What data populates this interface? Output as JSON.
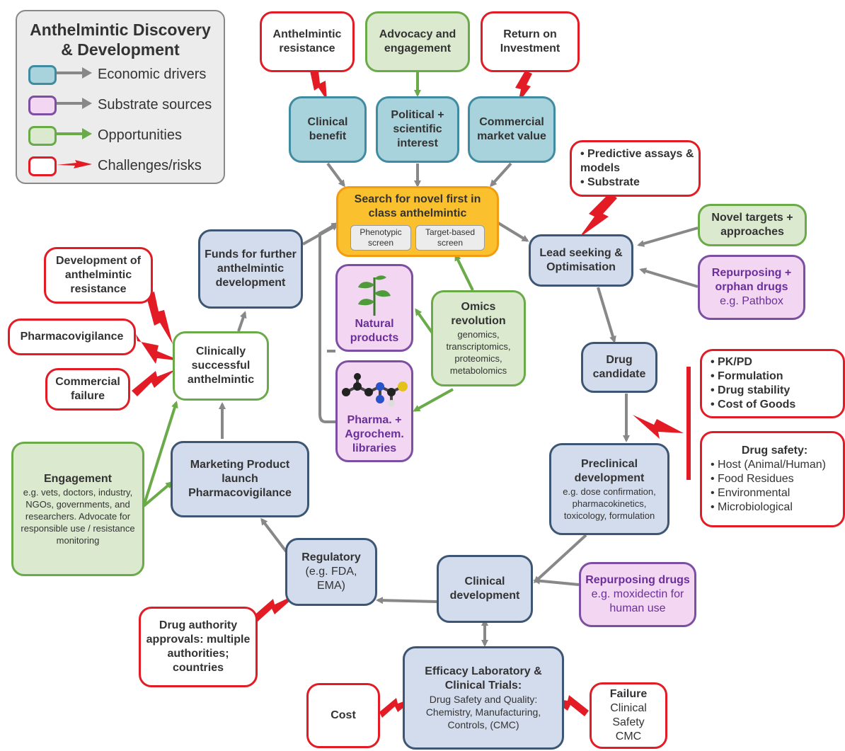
{
  "legend": {
    "title": "Anthelmintic Discovery & Development",
    "items": [
      {
        "label": "Economic drivers",
        "color": "#a9d3dc"
      },
      {
        "label": "Substrate sources",
        "color": "#f2d6f2"
      },
      {
        "label": "Opportunities",
        "color": "#dbe9cf"
      },
      {
        "label": "Challenges/risks",
        "color": "#ffffff"
      }
    ]
  },
  "colors": {
    "economic": "#a9d3dc",
    "stage": "#d3dcec",
    "substrate": "#f2d6f2",
    "opportunity": "#dbe9cf",
    "challenge_border": "#e21b25",
    "search_fill": "#fbc02d"
  },
  "top": {
    "resistance": "Anthelmintic resistance",
    "advocacy": "Advocacy and engagement",
    "roi": "Return on Investment",
    "clinical_benefit": "Clinical benefit",
    "political": "Political + scientific interest",
    "commercial": "Commercial market value"
  },
  "search": {
    "title": "Search for novel first in class anthelmintic",
    "phenotypic": "Phenotypic screen",
    "target": "Target-based screen"
  },
  "predictive": {
    "items": [
      "Predictive assays & models",
      "Substrate"
    ]
  },
  "lead": "Lead seeking & Optimisation",
  "novel_targets": "Novel targets + approaches",
  "repurposing_orphan": {
    "title": "Repurposing + orphan drugs",
    "example": "e.g. Pathbox"
  },
  "drug_candidate": "Drug candidate",
  "pkpd": {
    "items": [
      "PK/PD",
      "Formulation",
      "Drug stability",
      "Cost of Goods"
    ]
  },
  "drug_safety": {
    "title": "Drug safety:",
    "items": [
      "Host (Animal/Human)",
      "Food Residues",
      "Environmental",
      "Microbiological"
    ]
  },
  "preclinical": {
    "title": "Preclinical development",
    "detail": "e.g. dose confirmation, pharmacokinetics, toxicology, formulation"
  },
  "natural": {
    "label": "Natural products",
    "icon": "plant-icon"
  },
  "pharma": {
    "label": "Pharma. + Agrochem. libraries",
    "icon": "molecule-icon"
  },
  "omics": {
    "title": "Omics revolution",
    "detail": "genomics, transcriptomics, proteomics, metabolomics"
  },
  "funds": "Funds for further anthelmintic development",
  "clinically_successful": "Clinically successful anthelmintic",
  "dev_resistance": "Development of anthelmintic resistance",
  "pharmacovigilance": "Pharmacovigilance",
  "commercial_failure": "Commercial failure",
  "engagement": {
    "title": "Engagement",
    "detail": "e.g. vets, doctors, industry, NGOs, governments, and researchers. Advocate for responsible use / resistance monitoring"
  },
  "marketing": "Marketing Product launch Pharmacovigilance",
  "regulatory": {
    "title": "Regulatory",
    "detail": "(e.g. FDA, EMA)"
  },
  "drug_authority": "Drug authority approvals: multiple authorities; countries",
  "clinical_dev": "Clinical development",
  "repurposing_drugs": {
    "title": "Repurposing drugs",
    "example": "e.g. moxidectin for human use"
  },
  "efficacy": {
    "title": "Efficacy Laboratory & Clinical Trials:",
    "detail": "Drug Safety and Quality: Chemistry, Manufacturing, Controls, (CMC)"
  },
  "cost": "Cost",
  "failure": {
    "title": "Failure",
    "items": [
      "Clinical",
      "Safety",
      "CMC"
    ]
  }
}
